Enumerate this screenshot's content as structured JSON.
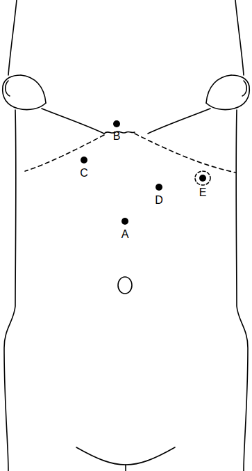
{
  "diagram": {
    "labels": [
      "B",
      "C",
      "D",
      "E",
      "A"
    ]
  }
}
